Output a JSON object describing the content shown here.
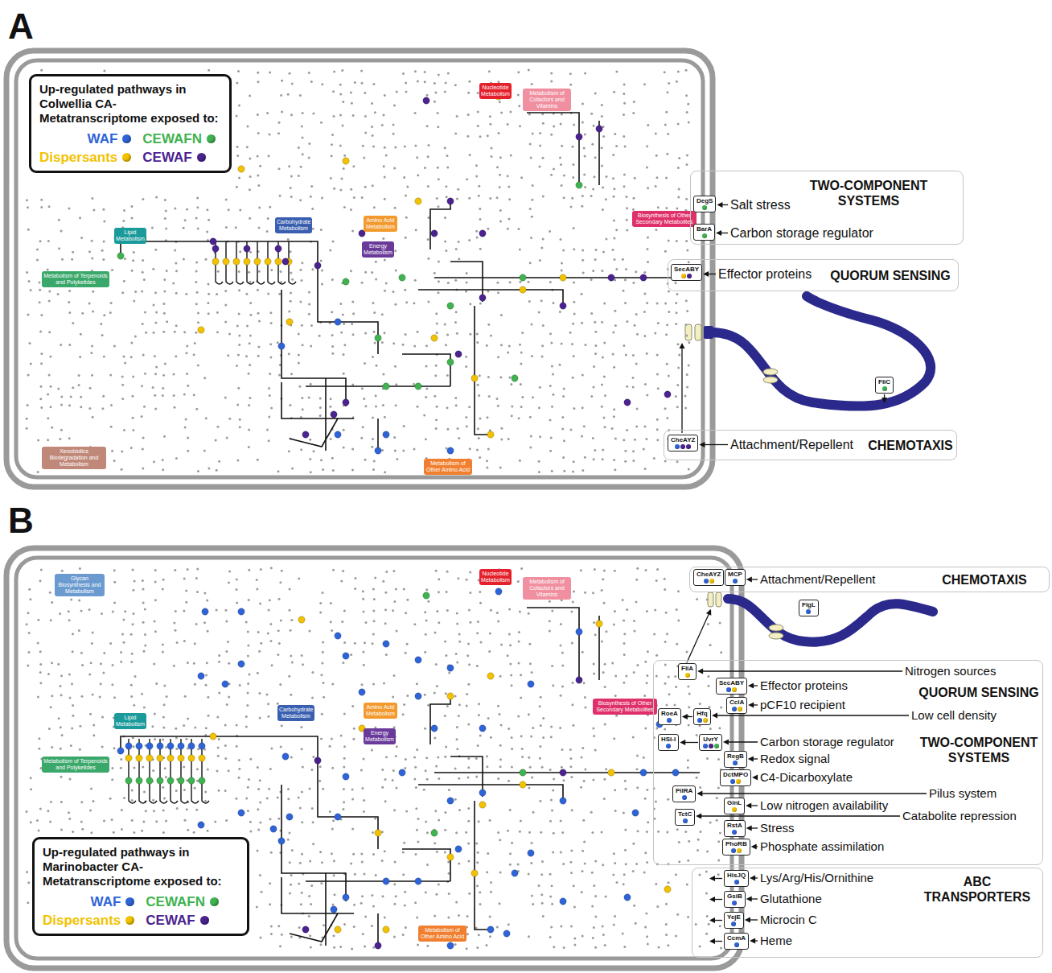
{
  "diagram": {
    "nodes": [
      {
        "text": [
          "Up-regulated pathways in Colwellia CA-Metatranscriptome exposed to:"
        ]
      },
      {
        "text": [
          "Nucleotide Metabolism"
        ]
      },
      {
        "text": [
          "Metabolism of Cofactors and Vitamins"
        ]
      },
      {
        "text": [
          "Lipid Metabolism"
        ]
      },
      {
        "text": [
          "Carbohydrate Metabolism"
        ]
      },
      {
        "text": [
          "Amino Acid Metabolism"
        ]
      },
      {
        "text": [
          "Energy Metabolism"
        ]
      },
      {
        "text": [
          "Metabolism of Terpenoids and Polyketides"
        ]
      },
      {
        "text": [
          "Biosynthesis of Other Secondary Metabolites"
        ]
      },
      {
        "text": [
          "Metabolism of Other Amino Acid"
        ]
      },
      {
        "text": [
          "Xenobiotics Biodegradation and Metabolism"
        ]
      },
      {
        "text": [
          "TWO-COMPONENT SYSTEMS"
        ]
      },
      {
        "text": [
          "DegS"
        ],
        "in": 11
      },
      {
        "text": [
          "BarA"
        ],
        "in": 11
      },
      {
        "text": [
          "QUORUM SENSING"
        ]
      },
      {
        "text": [
          "SecABY"
        ],
        "in": 14
      },
      {
        "text": [
          "CHEMOTAXIS"
        ]
      },
      {
        "text": [
          "CheAYZ"
        ],
        "in": 16
      },
      {
        "text": [
          "FliC"
        ]
      },
      {
        "text": [
          "Up-regulated pathways in Marinobacter CA-Metatranscriptome exposed to:"
        ]
      },
      {
        "text": [
          "Glycan Biosynthesis and Metabolism"
        ]
      },
      {
        "text": [
          "Nucleotide Metabolism"
        ]
      },
      {
        "text": [
          "Metabolism of Cofactors and Vitamins"
        ]
      },
      {
        "text": [
          "Lipid Metabolism"
        ]
      },
      {
        "text": [
          "Carbohydrate Metabolism"
        ]
      },
      {
        "text": [
          "Amino Acid Metabolism"
        ]
      },
      {
        "text": [
          "Energy Metabolism"
        ]
      },
      {
        "text": [
          "Biosynthesis of Other Secondary Metabolites"
        ]
      },
      {
        "text": [
          "Metabolism of Terpenoids and Polyketides"
        ]
      },
      {
        "text": [
          "Metabolism of Other Amino Acid"
        ]
      },
      {
        "text": [
          "CHEMOTAXIS"
        ]
      },
      {
        "text": [
          "CheAYZ"
        ],
        "in": 30
      },
      {
        "text": [
          "MCP"
        ],
        "in": 30
      },
      {
        "text": [
          "FlgL"
        ]
      },
      {
        "text": [
          "QUORUM SENSING",
          "TWO-COMPONENT SYSTEMS"
        ]
      },
      {
        "text": [
          "FliA"
        ],
        "in": 34
      },
      {
        "text": [
          "SecABY"
        ],
        "in": 34
      },
      {
        "text": [
          "CclA"
        ],
        "in": 34
      },
      {
        "text": [
          "RoeA"
        ],
        "in": 34
      },
      {
        "text": [
          "Hfq"
        ],
        "in": 34
      },
      {
        "text": [
          "HSI-I"
        ],
        "in": 34
      },
      {
        "text": [
          "UvrY"
        ],
        "in": 34
      },
      {
        "text": [
          "RegB"
        ],
        "in": 34
      },
      {
        "text": [
          "DctMPO"
        ],
        "in": 34
      },
      {
        "text": [
          "PilRA"
        ],
        "in": 34
      },
      {
        "text": [
          "GlnL"
        ],
        "in": 34
      },
      {
        "text": [
          "TctC"
        ],
        "in": 34
      },
      {
        "text": [
          "RstA"
        ],
        "in": 34
      },
      {
        "text": [
          "PhoRB"
        ],
        "in": 34
      },
      {
        "text": [
          "ABC TRANSPORTERS"
        ]
      },
      {
        "text": [
          "HisJQ"
        ],
        "in": 49
      },
      {
        "text": [
          "GsiB"
        ],
        "in": 49
      },
      {
        "text": [
          "YejE"
        ],
        "in": 49
      },
      {
        "text": [
          "CcmA"
        ],
        "in": 49
      }
    ],
    "edges": [
      {
        "from": 39,
        "to": 38,
        "arrow": "to"
      },
      {
        "from": 41,
        "to": 40,
        "arrow": "to"
      }
    ],
    "labels": [
      "A",
      "Salt stress",
      "Carbon storage regulator",
      "Effector proteins",
      "Attachment/Repellent",
      "B",
      "Attachment/Repellent",
      "Nitrogen sources",
      "Effector proteins",
      "pCF10 recipient",
      "Low cell density",
      "Carbon storage regulator",
      "Redox signal",
      "C4-Dicarboxylate",
      "Pilus system",
      "Low nitrogen availability",
      "Catabolite repression",
      "Stress",
      "Phosphate assimilation",
      "Lys/Arg/His/Ornithine",
      "Glutathione",
      "Microcin C",
      "Heme"
    ],
    "legend": [
      {
        "text": "WAF",
        "color": "#2f64d8"
      },
      {
        "text": "CEWAFN",
        "color": "#3fb34f"
      },
      {
        "text": "Dispersants",
        "color": "#f2c200"
      },
      {
        "text": "CEWAF",
        "color": "#4b2390"
      },
      {
        "text": "WAF",
        "color": "#2f64d8"
      },
      {
        "text": "CEWAFN",
        "color": "#3fb34f"
      },
      {
        "text": "Dispersants",
        "color": "#f2c200"
      },
      {
        "text": "CEWAF",
        "color": "#4b2390"
      }
    ]
  }
}
